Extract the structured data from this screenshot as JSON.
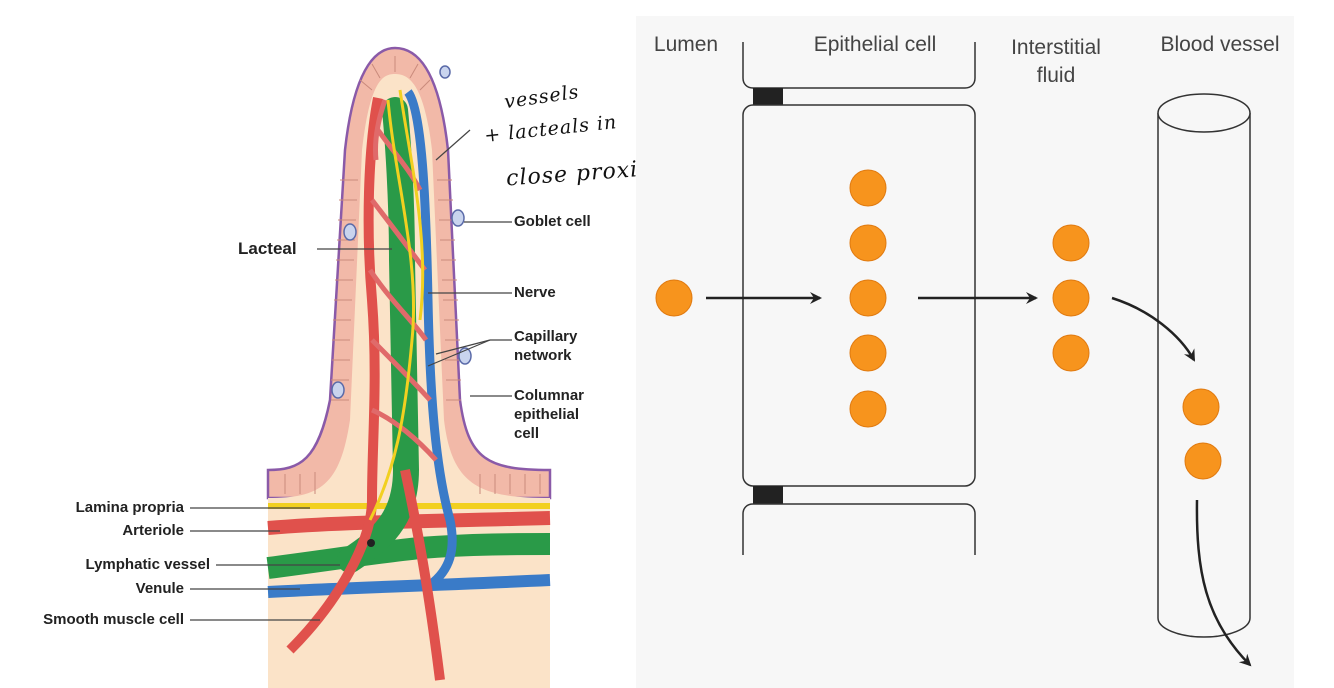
{
  "left_diagram": {
    "labels": {
      "lacteal": "Lacteal",
      "goblet_cell": "Goblet cell",
      "nerve": "Nerve",
      "capillary_network": "Capillary network",
      "columnar_epithelial_cell": "Columnar epithelial cell",
      "lamina_propria": "Lamina propria",
      "arteriole": "Arteriole",
      "lymphatic_vessel": "Lymphatic vessel",
      "venule": "Venule",
      "smooth_muscle_cell": "Smooth muscle cell"
    },
    "handwritten_note": [
      "vessels",
      "+ lacteals in",
      "close proximity"
    ],
    "colors": {
      "epithelium": "#f2b9a8",
      "background": "#fbe3c8",
      "artery": "#e0514c",
      "vein": "#3a7bc8",
      "lymph": "#2a9a48",
      "nerve": "#f2d020"
    }
  },
  "right_diagram": {
    "headers": {
      "lumen": "Lumen",
      "epithelial_cell": "Epithelial cell",
      "interstitial_fluid": "Interstitial fluid",
      "blood_vessel": "Blood vessel"
    },
    "particle_color": "#f7941d",
    "particle_counts": {
      "lumen": 1,
      "epithelial_cell": 5,
      "interstitial_fluid": 3,
      "blood_vessel": 2
    }
  }
}
